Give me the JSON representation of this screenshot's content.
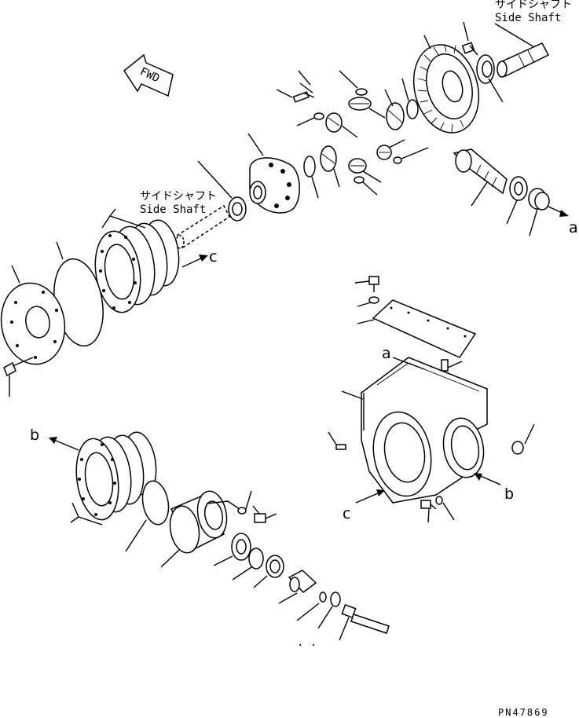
{
  "labels": {
    "side_shaft_jp_top": "サイドシャフト",
    "side_shaft_en_top": "Side Shaft",
    "side_shaft_jp_mid": "サイドシャフト",
    "side_shaft_en_mid": "Side Shaft",
    "fwd": "FWD",
    "ref_a_right": "a",
    "ref_c_mid": "c",
    "ref_b_left": "b",
    "ref_a_case": "a",
    "ref_b_right": "b",
    "ref_c_bottom": "c",
    "part_number": "PN47869"
  }
}
